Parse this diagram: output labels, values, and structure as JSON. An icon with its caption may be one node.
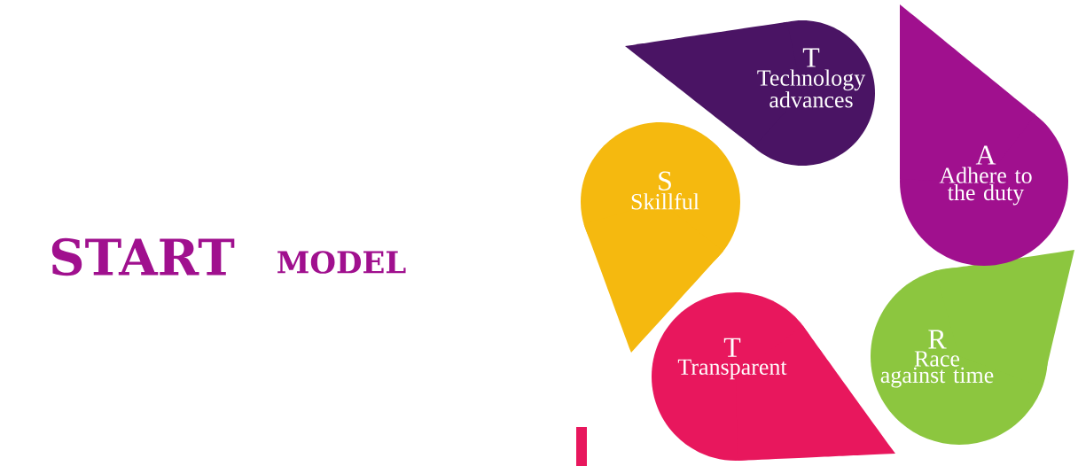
{
  "diagram": {
    "nodes": [
      {
        "text": [
          "T",
          "Technology advances"
        ]
      },
      {
        "text": [
          "A",
          "Adhere to the duty"
        ]
      },
      {
        "text": [
          "R",
          "Race against time"
        ]
      },
      {
        "text": [
          "T",
          "Transparent"
        ]
      },
      {
        "text": [
          "S",
          "Skillful"
        ]
      }
    ],
    "labels": [
      "START",
      "MODEL"
    ]
  }
}
